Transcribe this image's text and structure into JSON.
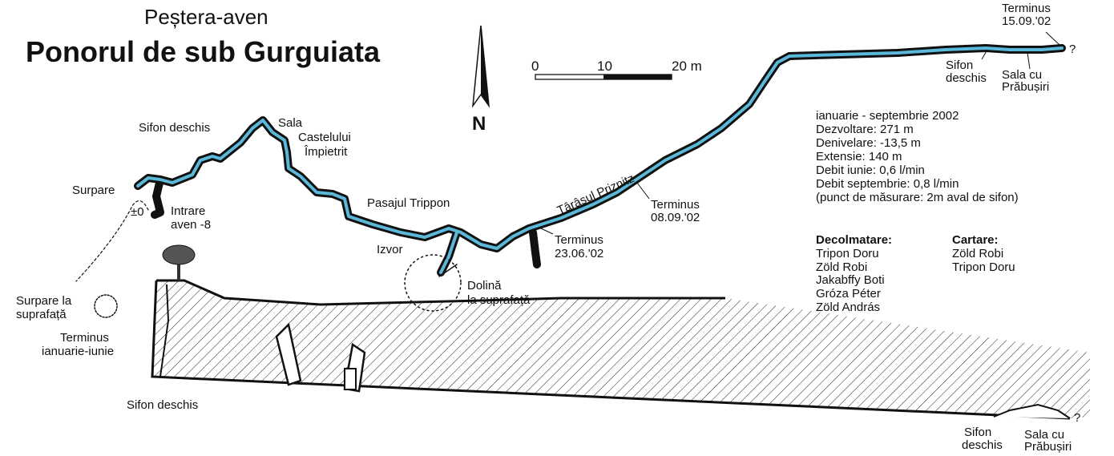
{
  "title": {
    "subtitle": "Peștera-aven",
    "main": "Ponorul de sub Gurguiata"
  },
  "scale": {
    "labels": [
      "0",
      "10",
      "20 m"
    ]
  },
  "north": {
    "label": "N"
  },
  "info": {
    "lines": [
      "ianuarie - septembrie 2002",
      "Dezvoltare: 271 m",
      "Denivelare: -13,5 m",
      "Extensie: 140 m",
      "Debit iunie: 0,6 l/min",
      "Debit septembrie: 0,8 l/min",
      "(punct de măsurare: 2m aval de sifon)"
    ]
  },
  "credits": {
    "decolmatare_title": "Decolmatare:",
    "decolmatare": [
      "Tripon Doru",
      "Zöld Robi",
      "Jakabffy Boti",
      "Gróza Péter",
      "Zöld András"
    ],
    "cartare_title": "Cartare:",
    "cartare": [
      "Zöld Robi",
      "Tripon Doru"
    ]
  },
  "plan_labels": {
    "sifon_deschis": "Sifon deschis",
    "sala": "Sala",
    "castelului": "Castelului",
    "impietrit": "Împietrit",
    "surpare": "Surpare",
    "zero": "±0",
    "intrare": "Intrare",
    "aven": "aven -8",
    "pasajul": "Pasajul Trippon",
    "izvor": "Izvor",
    "dolina1": "Dolină",
    "dolina2": "la suprafață",
    "tarasul": "Târâșul Priznitz",
    "term1a": "Terminus",
    "term1b": "23.06.'02",
    "term2a": "Terminus",
    "term2b": "08.09.'02",
    "term3a": "Terminus",
    "term3b": "15.09.'02",
    "sifon2a": "Sifon",
    "sifon2b": "deschis",
    "salacu1": "Sala cu",
    "salacu2": "Prăbușiri",
    "q": "?"
  },
  "profile_labels": {
    "surpare1": "Surpare la",
    "surpare2": "suprafață",
    "term1": "Terminus",
    "term2": "ianuarie-iunie",
    "sifon": "Sifon deschis",
    "sifon2a": "Sifon",
    "sifon2b": "deschis",
    "salacu1": "Sala cu",
    "salacu2": "Prăbușiri",
    "q": "?"
  },
  "colors": {
    "water": "#5bb8d8",
    "ink": "#111111"
  }
}
